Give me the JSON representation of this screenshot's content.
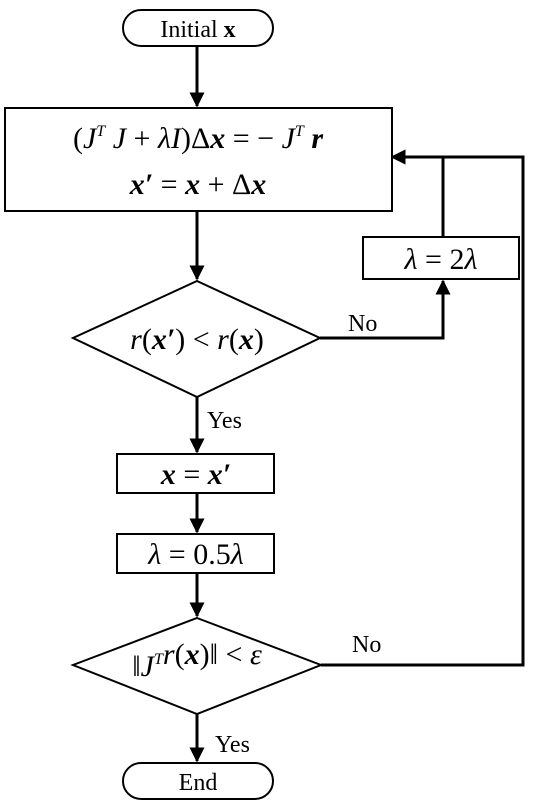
{
  "nodes": {
    "start": {
      "label_text": "Initial ",
      "label_bold": "x"
    },
    "update": {
      "line1": {
        "open": "(",
        "J1": "J",
        "T1": "T",
        "J2": "J",
        "plus": " + ",
        "lambda": "λ",
        "I": "I",
        "close": ")",
        "delta": "Δ",
        "x": "x",
        "eq": " = − ",
        "J3": "J",
        "T2": "T",
        "r": "r"
      },
      "line2": {
        "xp": "x′",
        "eq": " = ",
        "x": "x",
        "plus": " + ",
        "delta": "Δ",
        "x2": "x"
      }
    },
    "increase": {
      "lambda1": "λ",
      "eq": " = 2",
      "lambda2": "λ"
    },
    "check_residual": {
      "r1": "r",
      "open1": "(",
      "xp": "x′",
      "close1": ")",
      "lt": " < ",
      "r2": "r",
      "open2": "(",
      "x": "x",
      "close2": ")"
    },
    "accept": {
      "x": "x",
      "eq": " = ",
      "xp": "x′"
    },
    "decrease": {
      "lambda1": "λ",
      "eq": " = 0.5",
      "lambda2": "λ"
    },
    "check_grad": {
      "norm_open": "‖",
      "J": "J",
      "T": "T",
      "r": "r",
      "open": "(",
      "x": "x",
      "close": ")",
      "norm_close": "‖",
      "lt": " < ",
      "eps": "ε"
    },
    "end": {
      "label": "End"
    }
  },
  "edges": {
    "residual_no": "No",
    "residual_yes": "Yes",
    "grad_no": "No",
    "grad_yes": "Yes"
  }
}
